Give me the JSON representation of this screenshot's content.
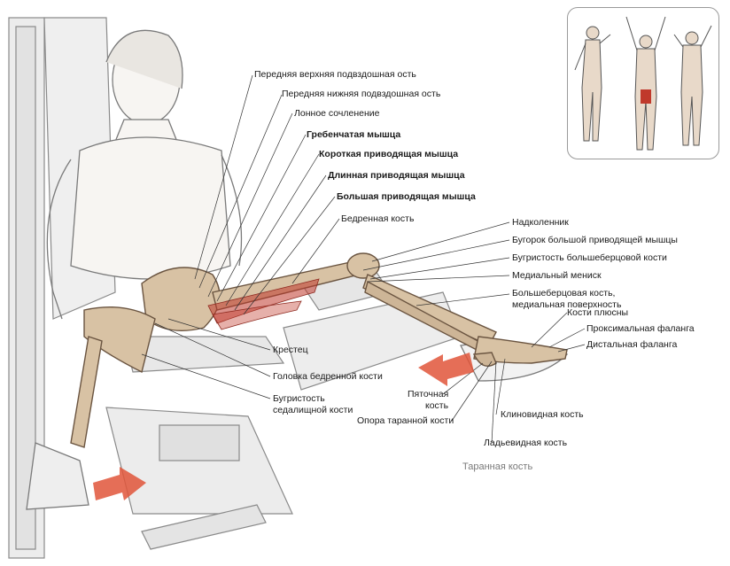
{
  "labels": {
    "asis": "Передняя верхняя подвздошная ость",
    "aiis": "Передняя нижняя подвздошная ость",
    "symphysis": "Лонное сочленение",
    "pectineus": "Гребенчатая мышца",
    "adductor_brevis": "Короткая приводящая мышца",
    "adductor_longus": "Длинная приводящая мышца",
    "adductor_magnus": "Большая приводящая мышца",
    "femur": "Бедренная кость",
    "patella": "Надколенник",
    "adductor_tubercle": "Бугорок большой приводящей мышцы",
    "tibial_tuberosity": "Бугристость большеберцовой кости",
    "medial_meniscus": "Медиальный мениск",
    "tibia_medial_1": "Большеберцовая кость,",
    "tibia_medial_2": "медиальная поверхность",
    "metatarsals": "Кости плюсны",
    "proximal_phalanx": "Проксимальная фаланга",
    "distal_phalanx": "Дистальная фаланга",
    "sacrum": "Крестец",
    "femoral_head": "Головка бедренной кости",
    "ischial_1": "Бугристость",
    "ischial_2": "седалищной кости",
    "calcaneus_1": "Пяточная",
    "calcaneus_2": "кость",
    "sustentaculum": "Опора таранной кости",
    "cuneiform": "Клиновидная кость",
    "navicular": "Ладьевидная кость",
    "talus": "Таранная кость"
  },
  "colors": {
    "bone": "#d8c2a4",
    "bone_outline": "#6a5440",
    "muscle_highlight": "#c0392b",
    "arrow": "#e0553a",
    "leader": "#333333",
    "sketch": "#8a8a8a"
  },
  "icons": {
    "inset": "anatomy-figures-icon",
    "arrow_foot": "push-arrow-icon",
    "arrow_knee": "push-arrow-icon"
  }
}
